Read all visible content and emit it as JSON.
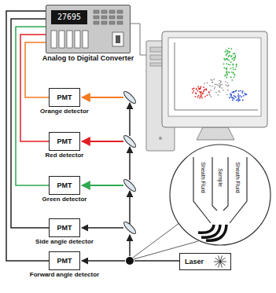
{
  "diagram": {
    "nodes": [
      {
        "text": [
          "27695",
          "Analog to Digital Converter"
        ]
      },
      {
        "text": [
          "PMT",
          "Orange detector"
        ]
      },
      {
        "text": [
          "PMT",
          "Red detector"
        ]
      },
      {
        "text": [
          "PMT",
          "Green detector"
        ]
      },
      {
        "text": [
          "PMT",
          "Side angle detector"
        ]
      },
      {
        "text": [
          "PMT",
          "Forward angle detector"
        ]
      },
      {
        "text": [
          "Laser"
        ]
      }
    ],
    "edges": [
      {
        "from": 1,
        "to": 0,
        "arrow": "none"
      },
      {
        "from": 2,
        "to": 0,
        "arrow": "none"
      },
      {
        "from": 3,
        "to": 0,
        "arrow": "none"
      },
      {
        "from": 4,
        "to": 0,
        "arrow": "none"
      },
      {
        "from": 5,
        "to": 0,
        "arrow": "none"
      }
    ],
    "labels": [
      "Sheath Fluid",
      "Sample",
      "Sheath Fluid"
    ]
  }
}
